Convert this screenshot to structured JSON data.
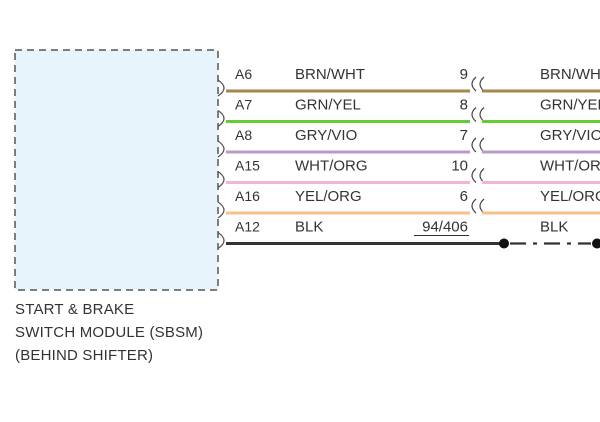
{
  "module": {
    "name_lines": [
      "START & BRAKE",
      "SWITCH MODULE (SBSM)",
      "(BEHIND SHIFTER)"
    ],
    "fill_color": "#e8f4fc",
    "border_color": "#555555"
  },
  "connector_icon": "inline-connector-icon",
  "circuits": [
    {
      "pin": "A6",
      "color_code": "BRN/WHT",
      "cavity": "9",
      "right_label": "BRN/WHT",
      "wire_color": "#a8864e",
      "ground_ref": ""
    },
    {
      "pin": "A7",
      "color_code": "GRN/YEL",
      "cavity": "8",
      "right_label": "GRN/YEL",
      "wire_color": "#66cc33",
      "ground_ref": ""
    },
    {
      "pin": "A8",
      "color_code": "GRY/VIO",
      "cavity": "7",
      "right_label": "GRY/VIO",
      "wire_color": "#b89ac8",
      "ground_ref": ""
    },
    {
      "pin": "A15",
      "color_code": "WHT/ORG",
      "cavity": "10",
      "right_label": "WHT/ORG",
      "wire_color": "#f2b4d8",
      "ground_ref": ""
    },
    {
      "pin": "A16",
      "color_code": "YEL/ORG",
      "cavity": "6",
      "right_label": "YEL/ORG",
      "wire_color": "#f5c08a",
      "ground_ref": ""
    },
    {
      "pin": "A12",
      "color_code": "BLK",
      "cavity": "",
      "right_label": "BLK",
      "wire_color": "#333333",
      "ground_ref": "94/406"
    }
  ]
}
